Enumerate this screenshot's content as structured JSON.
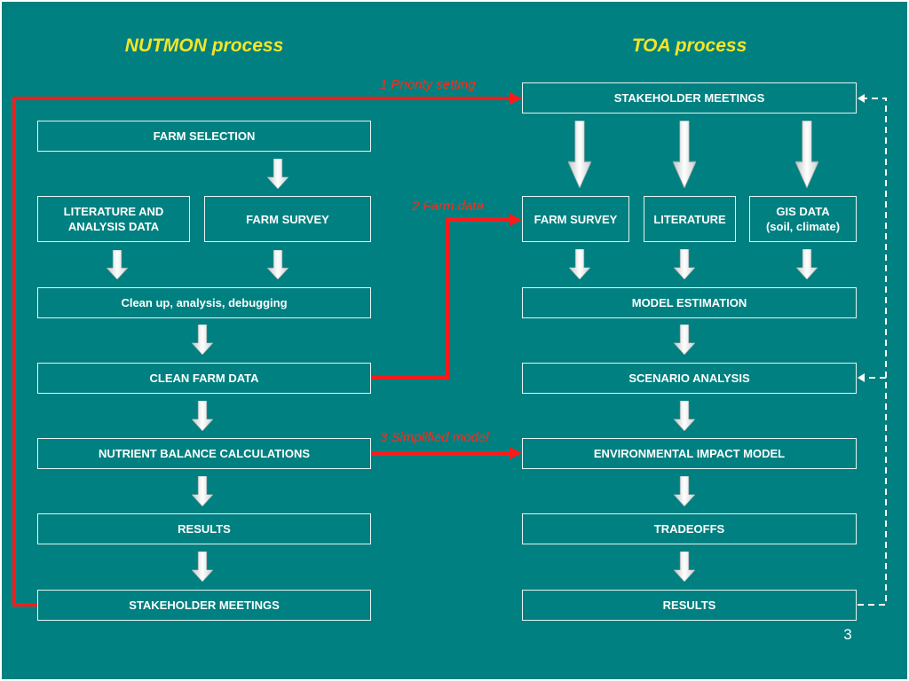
{
  "left_title": "NUTMON process",
  "right_title": "TOA process",
  "left_boxes": {
    "farm_selection": "FARM SELECTION",
    "literature_line1": "LITERATURE AND",
    "literature_line2": "ANALYSIS DATA",
    "farm_survey": "FARM SURVEY",
    "cleanup": "Clean up, analysis, debugging",
    "clean_farm_data": "CLEAN FARM DATA",
    "nutrient_balance": "NUTRIENT BALANCE CALCULATIONS",
    "results": "RESULTS",
    "stakeholder_meetings": "STAKEHOLDER MEETINGS"
  },
  "right_boxes": {
    "stakeholder_meetings": "STAKEHOLDER MEETINGS",
    "farm_survey": "FARM SURVEY",
    "literature": "LITERATURE",
    "gis_line1": "GIS DATA",
    "gis_line2": "(soil, climate)",
    "model_estimation": "MODEL ESTIMATION",
    "scenario_analysis": "SCENARIO ANALYSIS",
    "environmental_impact": "ENVIRONMENTAL IMPACT MODEL",
    "tradeoffs": "TRADEOFFS",
    "results": "RESULTS"
  },
  "links": {
    "priority_setting": "1 Priority setting",
    "farm_data": "2 Farm data",
    "simplified_model": "3 Simplified model"
  },
  "page_number": "3",
  "colors": {
    "background": "#008080",
    "title": "#f2e52a",
    "link": "#ff2a1a",
    "box_border": "#e8f4f4"
  }
}
